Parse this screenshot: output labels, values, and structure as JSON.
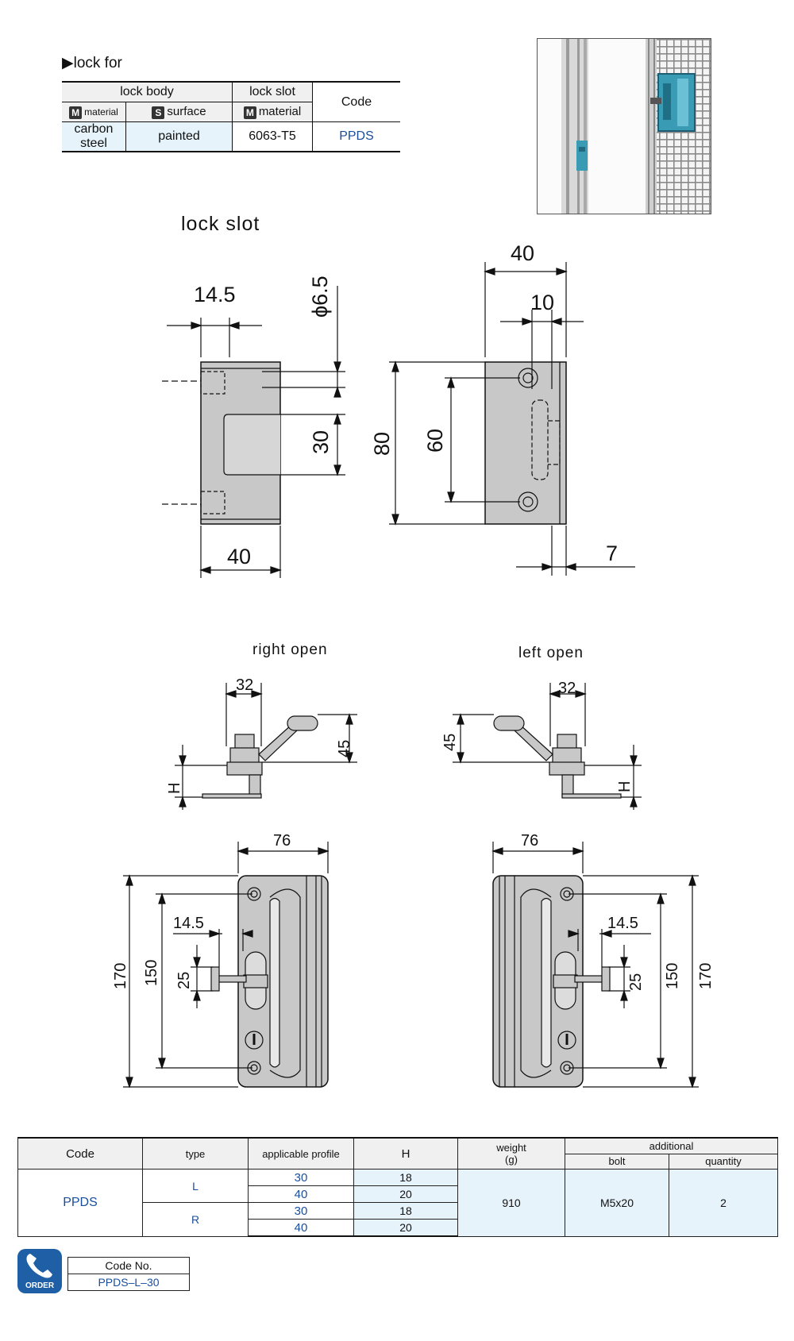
{
  "lock_for": {
    "title": "▶lock  for",
    "header_lock_body": "lock  body",
    "header_lock_slot": "lock  slot",
    "header_code": "Code",
    "material_badge": "M",
    "surface_badge": "S",
    "material_label": "material",
    "surface_label": "surface",
    "slot_material_label": "material",
    "body_material": "carbon steel",
    "body_surface": "painted",
    "slot_material": "6063-T5",
    "code": "PPDS"
  },
  "lock_slot": {
    "title": "lock  slot",
    "dims": {
      "d14_5": "14.5",
      "phi": "ϕ6.5",
      "d30": "30",
      "d40_bottom": "40",
      "d40_top": "40",
      "d10": "10",
      "d80": "80",
      "d60": "60",
      "d7": "7"
    }
  },
  "right_open": {
    "title": "right  open",
    "d32": "32",
    "d45": "45",
    "H": "H",
    "d76": "76",
    "d170": "170",
    "d150": "150",
    "d14_5": "14.5",
    "d25": "25"
  },
  "left_open": {
    "title": "left  open",
    "d32": "32",
    "d45": "45",
    "H": "H",
    "d76": "76",
    "d170": "170",
    "d150": "150",
    "d14_5": "14.5",
    "d25": "25"
  },
  "table": {
    "headers": {
      "code": "Code",
      "type": "type",
      "profile": "applicable  profile",
      "H": "H",
      "weight": "weight",
      "weight_unit": "(g)",
      "additional": "additional",
      "bolt": "bolt",
      "quantity": "quantity"
    },
    "code": "PPDS",
    "types": [
      "L",
      "R"
    ],
    "rows": [
      {
        "profile": "30",
        "H": "18"
      },
      {
        "profile": "40",
        "H": "20"
      },
      {
        "profile": "30",
        "H": "18"
      },
      {
        "profile": "40",
        "H": "20"
      }
    ],
    "weight": "910",
    "bolt": "M5x20",
    "quantity": "2"
  },
  "order": {
    "icon_label": "ORDER",
    "code_no_label": "Code No.",
    "code_no_value": "PPDS–L–30"
  },
  "colors": {
    "accent_blue": "#1a4e9c",
    "light_blue_fill": "#e6f3fb",
    "header_gray": "#f0f0f0",
    "part_gray": "#c8c8c8",
    "photo_teal": "#3a9bb5"
  }
}
